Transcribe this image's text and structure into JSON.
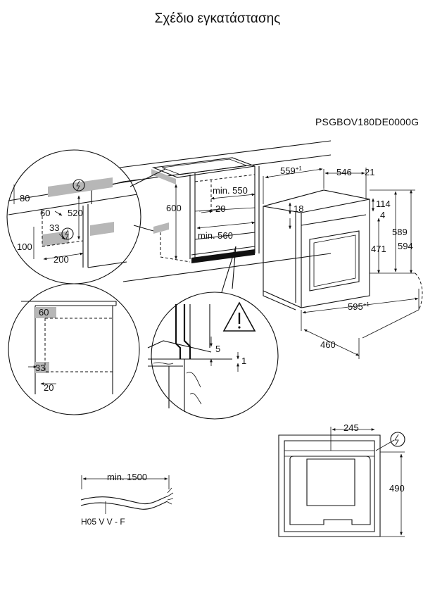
{
  "title": "Σχέδιο εγκατάστασης",
  "model": "PSGBOV180DE0000G",
  "cable_type": "H05 V V - F",
  "warning_symbol": "warning-triangle-icon",
  "electric_symbol": "electric-hazard-icon",
  "dims": {
    "top_80": "80",
    "top_60": "60",
    "top_520": "520",
    "top_33": "33",
    "top_100": "100",
    "top_200": "200",
    "cab_600": "600",
    "cab_min550": "min. 550",
    "cab_20": "20",
    "cab_min560": "min. 560",
    "oven_559": "559",
    "oven_559_sup": "+1",
    "oven_546": "546",
    "oven_21": "21",
    "oven_18": "18",
    "oven_114": "114",
    "oven_4": "4",
    "oven_589": "589",
    "oven_594": "594",
    "oven_471": "471",
    "oven_595": "595",
    "oven_595_sup": "+1",
    "oven_460": "460",
    "circ_60": "60",
    "circ_33": "33",
    "circ_20": "20",
    "detail_5": "5",
    "detail_1": "1",
    "back_245": "245",
    "back_490": "490",
    "cable_min1500": "min. 1500"
  }
}
